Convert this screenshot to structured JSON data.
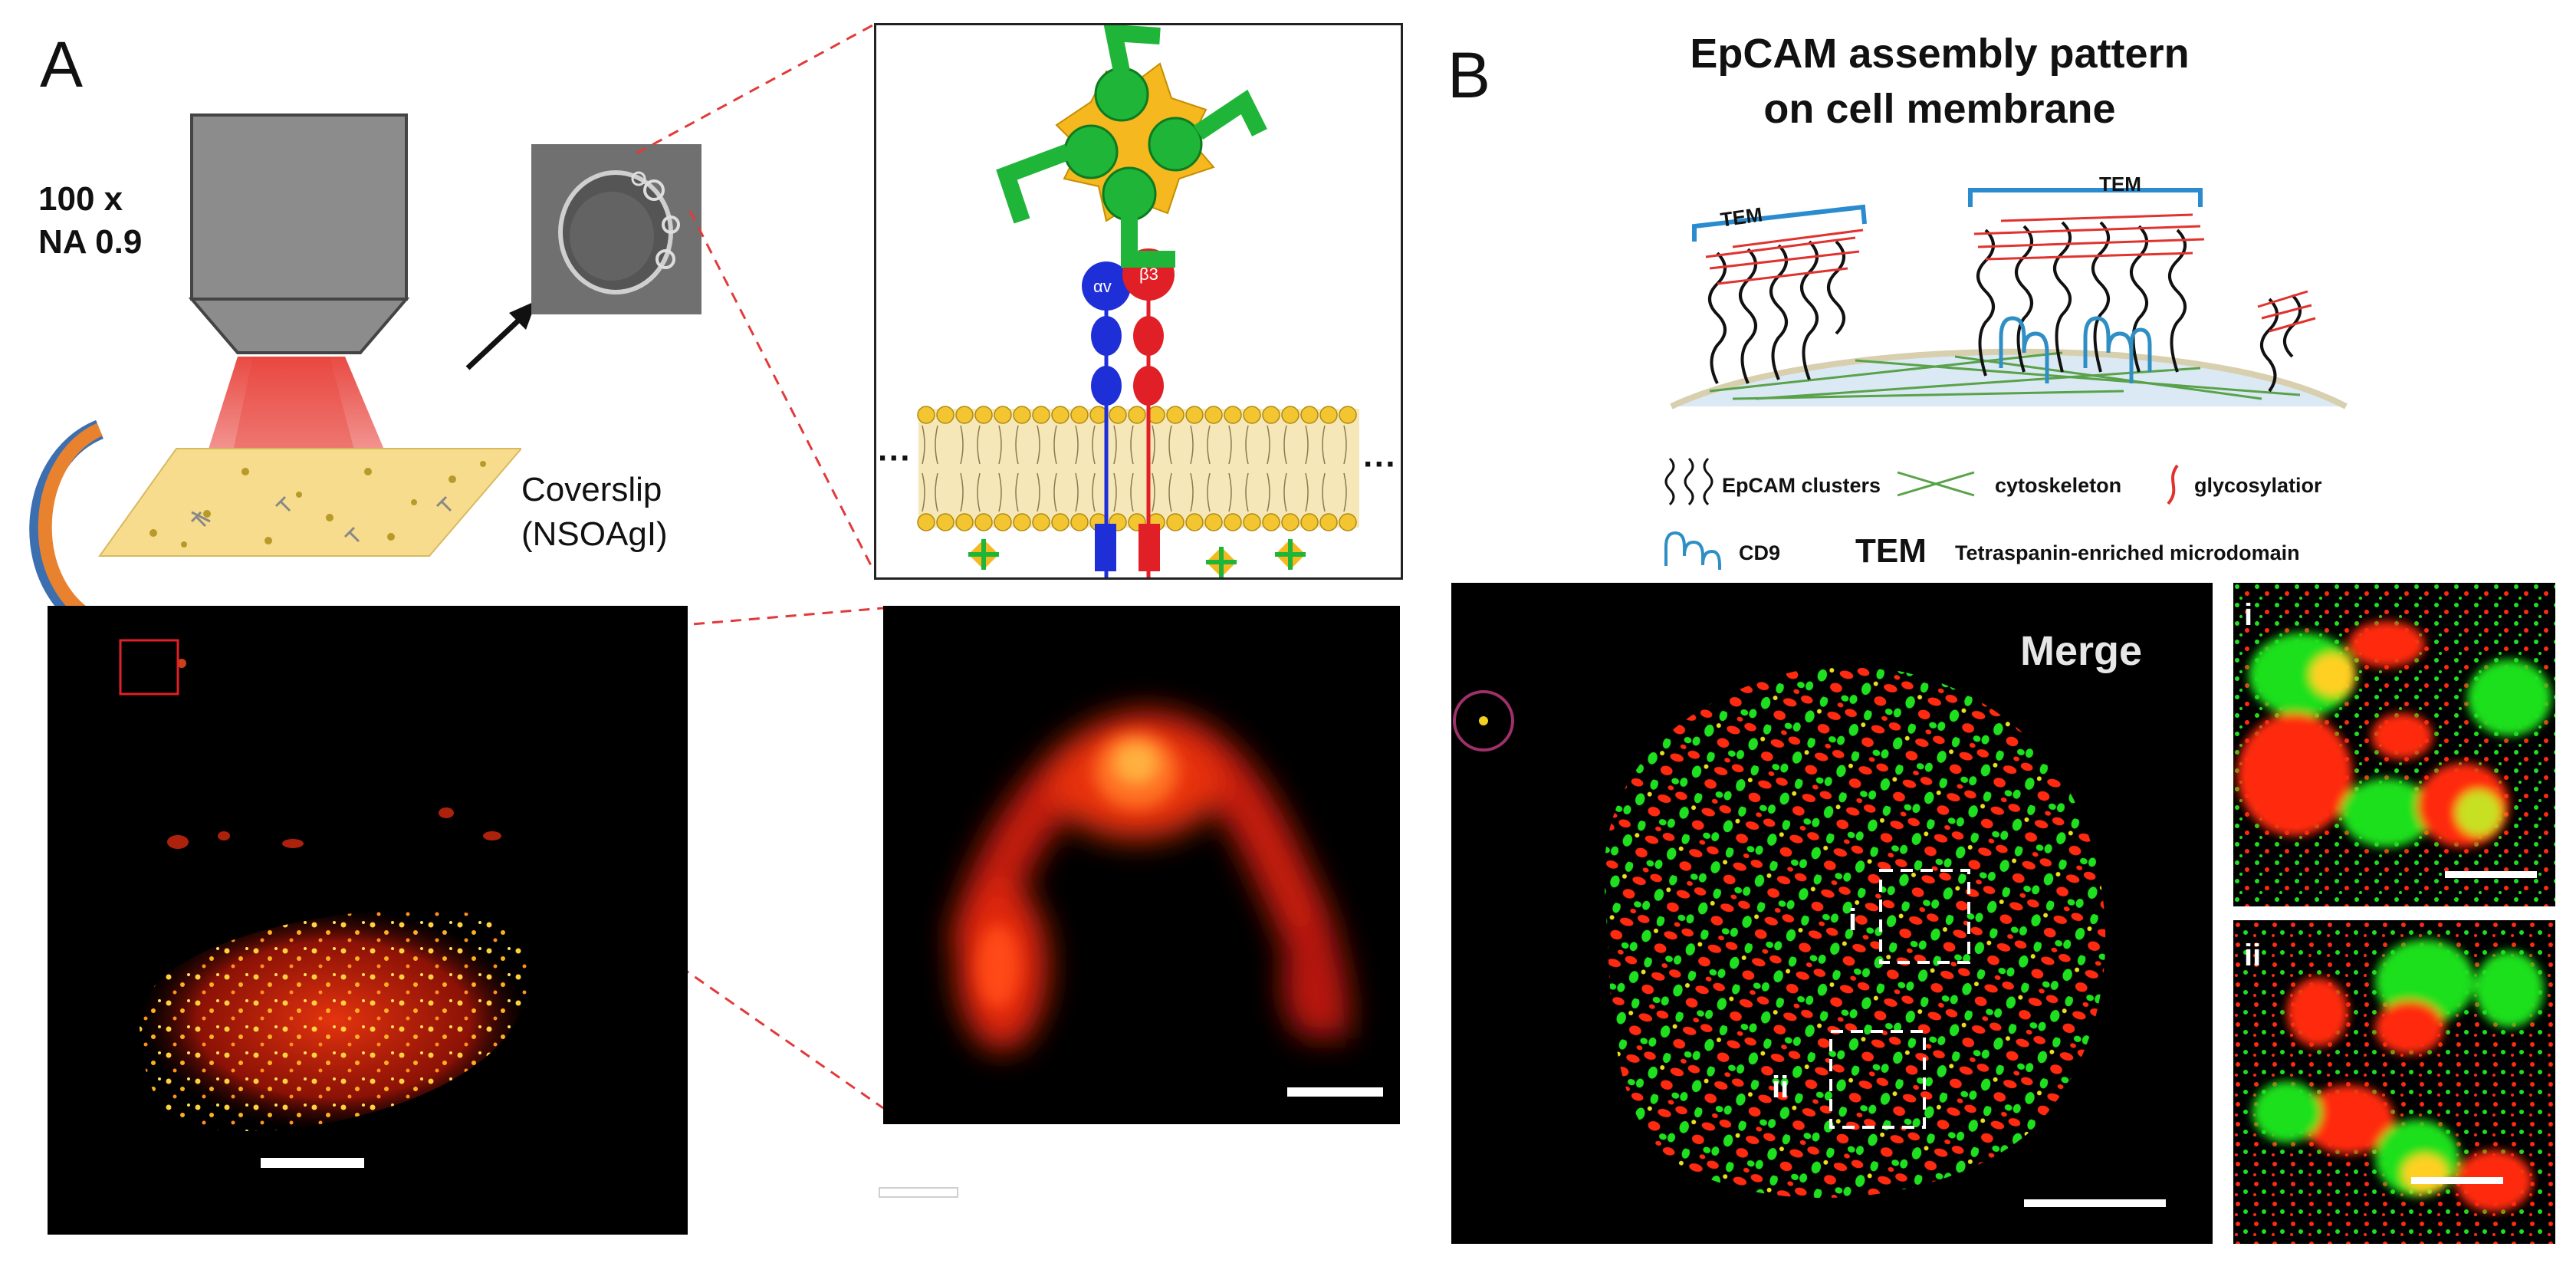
{
  "panel_a": {
    "letter": "A",
    "objective_magnification": "100 x",
    "objective_na": "NA 0.9",
    "coverslip_label_line1": "Coverslip",
    "coverslip_label_line2": "(NSOAgI)",
    "integrin_alpha_label": "αv",
    "integrin_beta_label": "β3",
    "membrane_ellipsis_left": "···",
    "membrane_ellipsis_right": "···"
  },
  "panel_b": {
    "letter": "B",
    "title_line1": "EpCAM assembly pattern",
    "title_line2": "on cell membrane",
    "tem_left": "TEM",
    "tem_right": "TEM",
    "legend": {
      "clusters": "EpCAM clusters",
      "cytoskeleton": "cytoskeleton",
      "glycosylation": "glycosylatior",
      "cd9": "CD9",
      "tem_abbr": "TEM",
      "tem_full": "Tetraspanin-enriched microdomain"
    },
    "merge_label": "Merge",
    "roi_i": "i",
    "roi_ii": "ii",
    "inset_i": "i",
    "inset_ii": "ii"
  },
  "colors": {
    "objective_gray": "#8c8c8c",
    "laser_red": "#e8413a",
    "coverslip_yellow": "#f6dc8c",
    "arrow_orange": "#e9822f",
    "arrow_blue": "#3c6fb0",
    "integrin_alpha_blue": "#1f2fd8",
    "integrin_beta_red": "#e01f26",
    "ligand_green": "#1fb539",
    "ligand_core_yellow": "#f5b81e",
    "membrane_yellow": "#f2c531",
    "tem_bracket_blue": "#2a8ccf",
    "glyco_red": "#e0332e",
    "cytoskeleton_green": "#5aa24a",
    "cd9_blue": "#2f8fc4",
    "fluor_red": "#ff2a10",
    "fluor_green": "#1ee01e",
    "roi_circle_magenta": "#a0306a"
  }
}
